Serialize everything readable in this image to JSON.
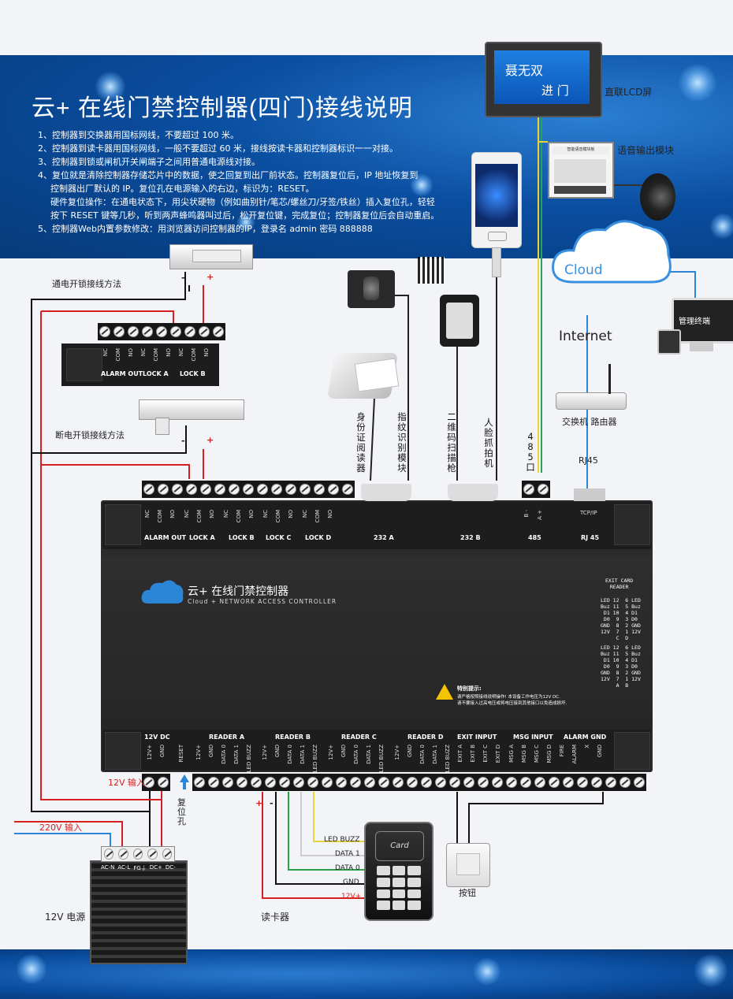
{
  "title": "云+ 在线门禁控制器(四门)接线说明",
  "notes": [
    "1、控制器到交换器用国标网线，不要超过 100 米。",
    "2、控制器到读卡器用国标网线，一般不要超过 60 米，接线按读卡器和控制器标识一一对接。",
    "3、控制器到锁或闸机开关闸端子之间用普通电源线对接。",
    "4、复位就是清除控制器存储芯片中的数据，使之回复到出厂前状态。控制器复位后，IP 地址恢复到",
    "   控制器出厂默认的 IP。复位孔在电源输入的右边，标识为：RESET。",
    "   硬件复位操作：在通电状态下，用尖状硬物（例如曲别针/笔芯/螺丝刀/牙签/铁丝）插入复位孔，轻轻",
    "   按下 RESET 键等几秒，听到两声蜂鸣器叫过后，松开复位键，完成复位；控制器复位后会自动重启。",
    "5、控制器Web内置参数修改：用浏览器访问控制器的IP，登录名 admin  密码 888888"
  ],
  "lcd": {
    "line1": "聂无双",
    "line2": "进 门",
    "label": "直联LCD屏"
  },
  "voice_module": {
    "label": "语音输出模块",
    "board_text": "智能语音模块板"
  },
  "cloud": {
    "label": "Cloud"
  },
  "internet": {
    "label": "Internet"
  },
  "terminal": {
    "label": "管理终端"
  },
  "router": {
    "label": "交换机  路由器",
    "rj45": "RJ45"
  },
  "lock_on": {
    "label": "通电开锁接线方法",
    "minus": "-",
    "plus": "+"
  },
  "lock_off": {
    "label": "断电开锁接线方法",
    "minus": "-",
    "plus": "+"
  },
  "relay_box": {
    "pins": [
      "NC",
      "COM",
      "NO",
      "NC",
      "COM",
      "NO",
      "NC",
      "COM",
      "NO"
    ],
    "sections": [
      "ALARM OUT",
      "LOCK A",
      "LOCK B"
    ]
  },
  "devices": {
    "id_reader": "身份证阅读器",
    "fingerprint": "指纹识别模块",
    "qr_scanner": "二维码扫描枪",
    "face_camera": "人脸抓拍机",
    "port485": "485口"
  },
  "controller": {
    "brand_title": "云+ 在线门禁控制器",
    "brand_sub": "Cloud + NETWORK ACCESS CONTROLLER",
    "top_sections": [
      "ALARM OUT",
      "LOCK A",
      "LOCK B",
      "LOCK C",
      "LOCK D",
      "232  A",
      "232  B",
      "485",
      "RJ 45"
    ],
    "top_pins": [
      "NC",
      "COM",
      "NO",
      "NC",
      "COM",
      "NO",
      "NC",
      "COM",
      "NO",
      "NC",
      "COM",
      "NO",
      "NC",
      "COM",
      "NO"
    ],
    "port485_pins": [
      "B -",
      "A +"
    ],
    "tcpip": "TCP/IP",
    "exit_reader_title": "EXIT CARD\nREADER",
    "pin_block_cd": "LED 12  6 LED\nBuz 11  5 Buz\n D1 10  4 D1\n D0  9  3 D0\nGND  8  2 GND\n12V  7  1 12V\n     C  D",
    "pin_block_ab": "LED 12  6 LED\nBuz 11  5 Buz\n D1 10  4 D1\n D0  9  3 D0\nGND  8  2 GND\n12V  7  1 12V\n     A  B",
    "warning_title": "特别提示:",
    "warning_line1": "请严格按照接线说明操作! 本设备工作电压为12V DC.",
    "warning_line2": "请不要接入过高电压或将电压接到其他接口以免造成损坏.",
    "bottom_sections": [
      "12V  DC",
      "READER  A",
      "READER  B",
      "READER  C",
      "READER  D",
      "EXIT  INPUT",
      "MSG INPUT",
      "ALARM    GND"
    ],
    "bottom_pins": [
      "12V+",
      "GND",
      "RESET",
      "12V+",
      "GND",
      "DATA 0",
      "DATA 1",
      "LED BUZZ",
      "12V+",
      "GND",
      "DATA 0",
      "DATA 1",
      "LED BUZZ",
      "12V+",
      "GND",
      "DATA 0",
      "DATA 1",
      "LED BUZZ",
      "12V+",
      "GND",
      "DATA 0",
      "DATA 1",
      "LED BUZZ",
      "EXIT A",
      "EXIT B",
      "EXIT C",
      "EXIT D",
      "MSG A",
      "MSG B",
      "MSG C",
      "MSG D",
      "FIRE",
      "ALARM",
      "X",
      "GND"
    ]
  },
  "power": {
    "input12v": "12V 输入",
    "reset_hole": "复\n位\n孔",
    "input220v": "220V 输入",
    "psu_pins": [
      "AC-N",
      "AC-L",
      "FG⏚",
      "DC+",
      "DC-"
    ],
    "psu_label": "12V 电源"
  },
  "reader": {
    "wires": [
      "LED BUZZ",
      "DATA 1",
      "DATA 0",
      "GND",
      "12V+"
    ],
    "label": "读卡器",
    "card": "Card",
    "plus": "+",
    "minus": "-"
  },
  "button": {
    "label": "按钮"
  },
  "colors": {
    "banner": "#0a4ea0",
    "red": "#d62020",
    "black": "#111111",
    "yellow": "#e8d33a",
    "green": "#2aa24a",
    "blue": "#2c86d8"
  }
}
